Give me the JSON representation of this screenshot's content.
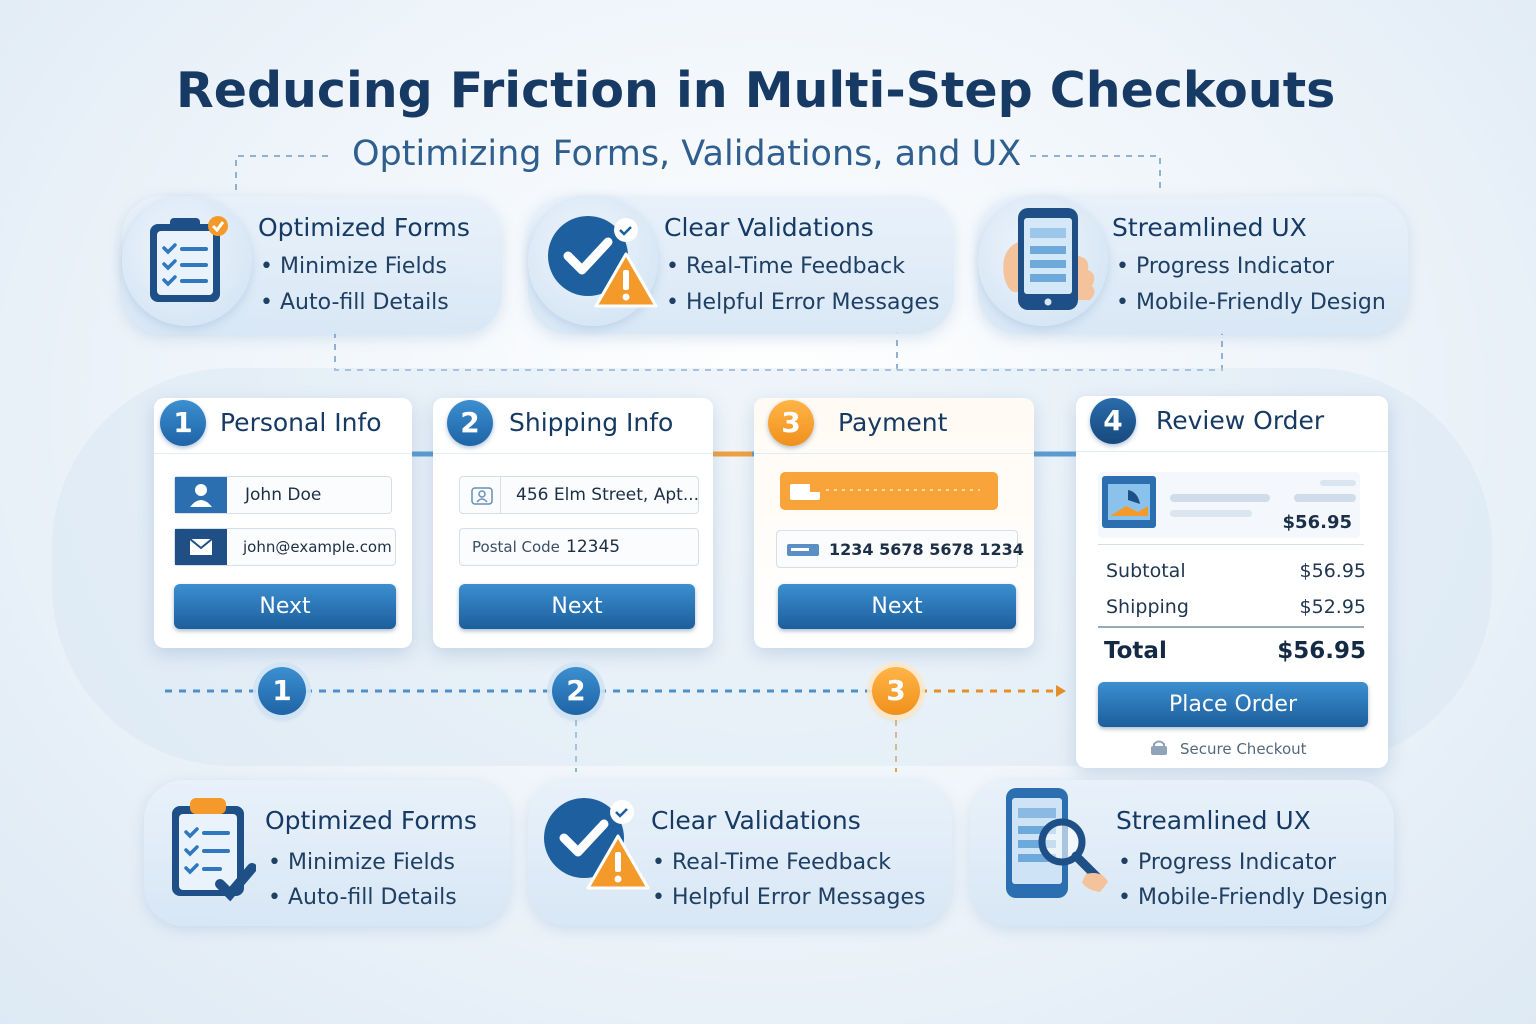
{
  "title": "Reducing Friction in Multi-Step Checkouts",
  "subtitle": "Optimizing Forms, Validations, and UX",
  "features_top": [
    {
      "title": "Optimized Forms",
      "bullets": [
        "Minimize Fields",
        "Auto-fill Details"
      ],
      "icon": "clipboard-checklist-icon"
    },
    {
      "title": "Clear Validations",
      "bullets": [
        "Real-Time Feedback",
        "Helpful Error Messages"
      ],
      "icon": "checkmark-warning-icon"
    },
    {
      "title": "Streamlined UX",
      "bullets": [
        "Progress Indicator",
        "Mobile-Friendly Design"
      ],
      "icon": "phone-in-hand-icon"
    }
  ],
  "features_bottom": [
    {
      "title": "Optimized Forms",
      "bullets": [
        "Minimize Fields",
        "Auto-fill Details"
      ],
      "icon": "clipboard-checklist-icon"
    },
    {
      "title": "Clear Validations",
      "bullets": [
        "Real-Time Feedback",
        "Helpful Error Messages"
      ],
      "icon": "checkmark-warning-icon"
    },
    {
      "title": "Streamlined UX",
      "bullets": [
        "Progress Indicator",
        "Mobile-Friendly Design"
      ],
      "icon": "phone-magnifier-icon"
    }
  ],
  "steps": {
    "personal": {
      "number": "1",
      "title": "Personal Info",
      "name_value": "John Doe",
      "email_value": "john@example.com",
      "button": "Next"
    },
    "shipping": {
      "number": "2",
      "title": "Shipping Info",
      "address_value": "456 Elm Street, Apt...",
      "postal_label": "Postal Code",
      "postal_value": "12345",
      "button": "Next"
    },
    "payment": {
      "number": "3",
      "title": "Payment",
      "card_value": "1234 5678 5678 1234",
      "button": "Next"
    },
    "review": {
      "number": "4",
      "title": "Review Order",
      "item_price": "$56.95",
      "subtotal_label": "Subtotal",
      "subtotal_value": "$56.95",
      "shipping_label": "Shipping",
      "shipping_value": "$52.95",
      "total_label": "Total",
      "total_value": "$56.95",
      "button": "Place Order",
      "secure_label": "Secure Checkout"
    }
  },
  "timeline": [
    "1",
    "2",
    "3"
  ],
  "colors": {
    "primary": "#1e64a6",
    "accent": "#f0901d",
    "title": "#163a63"
  }
}
